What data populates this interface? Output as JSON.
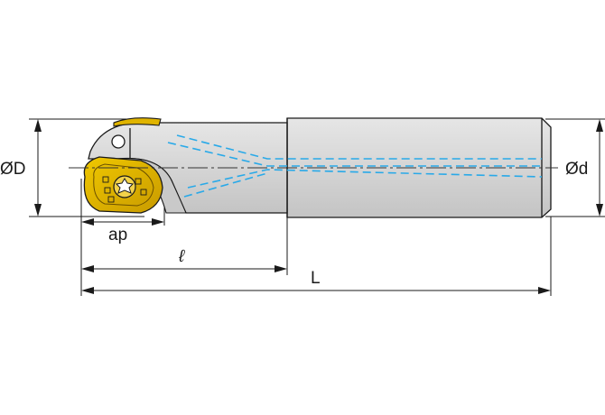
{
  "dimensions": {
    "head_diameter": "ØD",
    "shank_diameter": "Ød",
    "axial_depth": "ap",
    "head_length": "ℓ",
    "overall_length": "L"
  },
  "colors": {
    "body": "#d7d7d7",
    "body_shadow": "#bdbdbd",
    "insert": "#e0b400",
    "insert_dark": "#8a6a00",
    "coolant": "#29a9e8",
    "line": "#1a1a1a"
  },
  "icons": {
    "screw": "torx-screw-icon"
  }
}
